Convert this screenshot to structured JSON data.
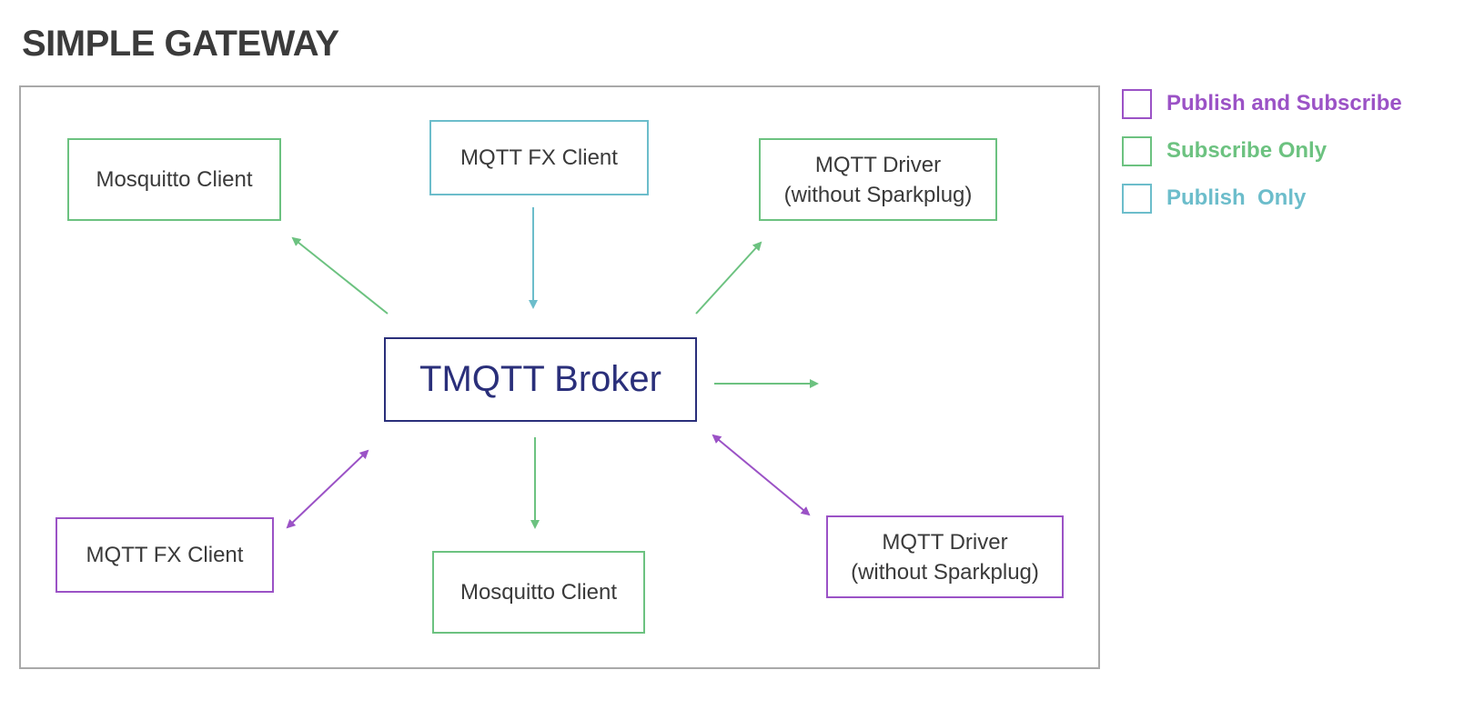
{
  "title": "SIMPLE GATEWAY",
  "colors": {
    "publish_and_subscribe": "#9b52c6",
    "subscribe_only": "#6cc280",
    "publish_only": "#6cbdcb",
    "broker": "#2a2f7a",
    "frame": "#a9a9a9"
  },
  "nodes": {
    "broker": {
      "label": "TMQTT Broker"
    },
    "mosquitto_client_top": {
      "label": "Mosquitto Client",
      "role": "Subscribe Only"
    },
    "mqtt_fx_client_top": {
      "label": "MQTT FX Client",
      "role": "Publish Only"
    },
    "mqtt_driver_top": {
      "label": "MQTT Driver\n(without Sparkplug)",
      "role": "Subscribe Only"
    },
    "mqtt_fx_client_bottom": {
      "label": "MQTT FX Client",
      "role": "Publish and Subscribe"
    },
    "mosquitto_client_bottom": {
      "label": "Mosquitto Client",
      "role": "Subscribe Only"
    },
    "mqtt_driver_bottom": {
      "label": "MQTT Driver\n(without Sparkplug)",
      "role": "Publish and Subscribe"
    }
  },
  "edges": [
    {
      "from": "broker",
      "to": "mosquitto_client_top",
      "direction": "one-way",
      "color": "#6cc280"
    },
    {
      "from": "mqtt_fx_client_top",
      "to": "broker",
      "direction": "one-way",
      "color": "#6cbdcb"
    },
    {
      "from": "broker",
      "to": "mqtt_driver_top",
      "direction": "one-way",
      "color": "#6cc280"
    },
    {
      "from": "broker",
      "to": "right",
      "direction": "one-way",
      "color": "#6cc280"
    },
    {
      "from": "broker",
      "to": "mqtt_fx_client_bottom",
      "direction": "two-way",
      "color": "#9b52c6"
    },
    {
      "from": "broker",
      "to": "mosquitto_client_bottom",
      "direction": "one-way",
      "color": "#6cc280"
    },
    {
      "from": "broker",
      "to": "mqtt_driver_bottom",
      "direction": "two-way",
      "color": "#9b52c6"
    }
  ],
  "legend": [
    {
      "label": "Publish and Subscribe",
      "color": "#9b52c6"
    },
    {
      "label": "Subscribe Only",
      "color": "#6cc280"
    },
    {
      "label": "Publish  Only",
      "color": "#6cbdcb"
    }
  ]
}
